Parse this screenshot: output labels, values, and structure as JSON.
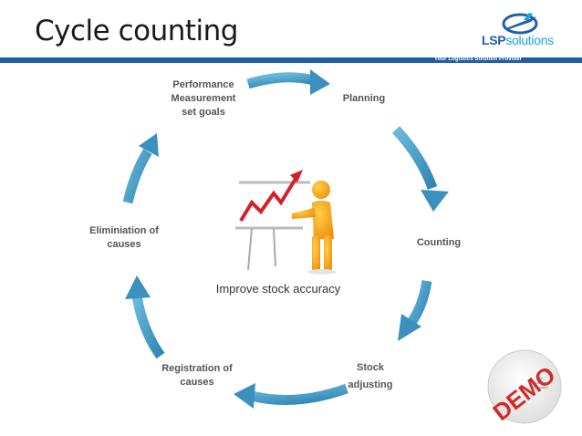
{
  "title": "Cycle counting",
  "logo": {
    "brand_main": "LSP",
    "brand_accent": "solutions",
    "tagline": "Your Logistics Solution Provider"
  },
  "cycle": {
    "steps": [
      {
        "line1": "Performance",
        "line2": "Measurement",
        "line3": "set goals"
      },
      {
        "line1": "Planning"
      },
      {
        "line1": "Counting"
      },
      {
        "line1": "Stock",
        "line2": "adjusting"
      },
      {
        "line1": "Registration of",
        "line2": "causes"
      },
      {
        "line1": "Eliminiation of",
        "line2": "causes"
      }
    ],
    "center": "Improve stock accuracy"
  },
  "stamp": {
    "text": "DEMO",
    "small_lines": [
      "For",
      "Training",
      "Purposes"
    ]
  },
  "colors": {
    "arrow": "#4a9ec6",
    "brand": "#1f5fa8",
    "stamp_red": "#d32a2a"
  }
}
